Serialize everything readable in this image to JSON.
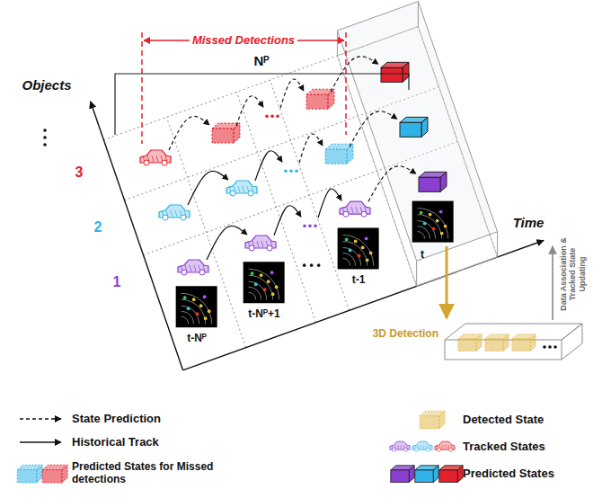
{
  "diagram": {
    "labels": [
      "Missed Detections",
      "Nᴾ",
      "Objects",
      "Time",
      "3",
      "2",
      "1",
      "t-Nᴾ",
      "t-Nᴾ+1",
      "t-1",
      "t",
      "3D Detection",
      "Data Association & Tracked State Updating"
    ],
    "legend": [
      {
        "text": "State Prediction"
      },
      {
        "text": "Historical Track"
      },
      {
        "text": "Predicted States for Missed detections"
      },
      {
        "text": "Detected State"
      },
      {
        "text": "Tracked States"
      },
      {
        "text": "Predicted States"
      }
    ]
  }
}
